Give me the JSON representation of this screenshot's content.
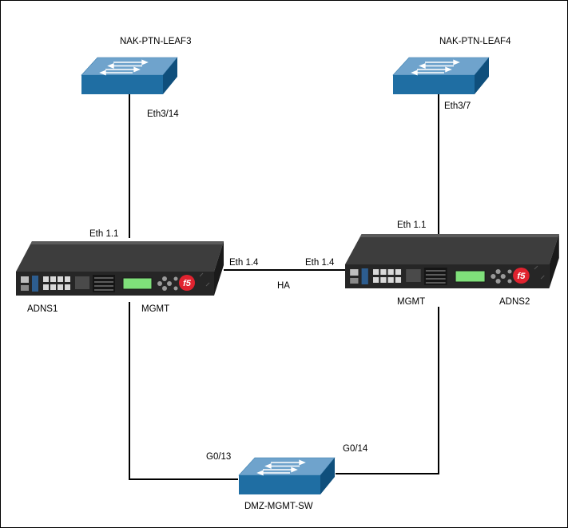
{
  "devices": {
    "leaf3": {
      "label": "NAK-PTN-LEAF3",
      "port": "Eth3/14",
      "icon": "network-switch-icon"
    },
    "leaf4": {
      "label": "NAK-PTN-LEAF4",
      "port": "Eth3/7",
      "icon": "network-switch-icon"
    },
    "adns1": {
      "label": "ADNS1",
      "uplink_port": "Eth 1.1",
      "ha_port": "Eth 1.4",
      "mgmt_port": "MGMT",
      "icon": "f5-appliance-icon"
    },
    "adns2": {
      "label": "ADNS2",
      "uplink_port": "Eth 1.1",
      "ha_port": "Eth 1.4",
      "mgmt_port": "MGMT",
      "icon": "f5-appliance-icon"
    },
    "mgmt_switch": {
      "label": "DMZ-MGMT-SW",
      "port_left": "G0/13",
      "port_right": "G0/14",
      "icon": "network-switch-icon"
    }
  },
  "links": {
    "ha_label": "HA"
  },
  "colors": {
    "switch_top": "#6fa3cc",
    "switch_front": "#1f6ea3",
    "switch_side": "#0f4f7c",
    "appliance_top": "#3d3d3d",
    "appliance_front": "#262626",
    "lcd": "#7fe07a",
    "f5_logo": "#e0232f"
  }
}
